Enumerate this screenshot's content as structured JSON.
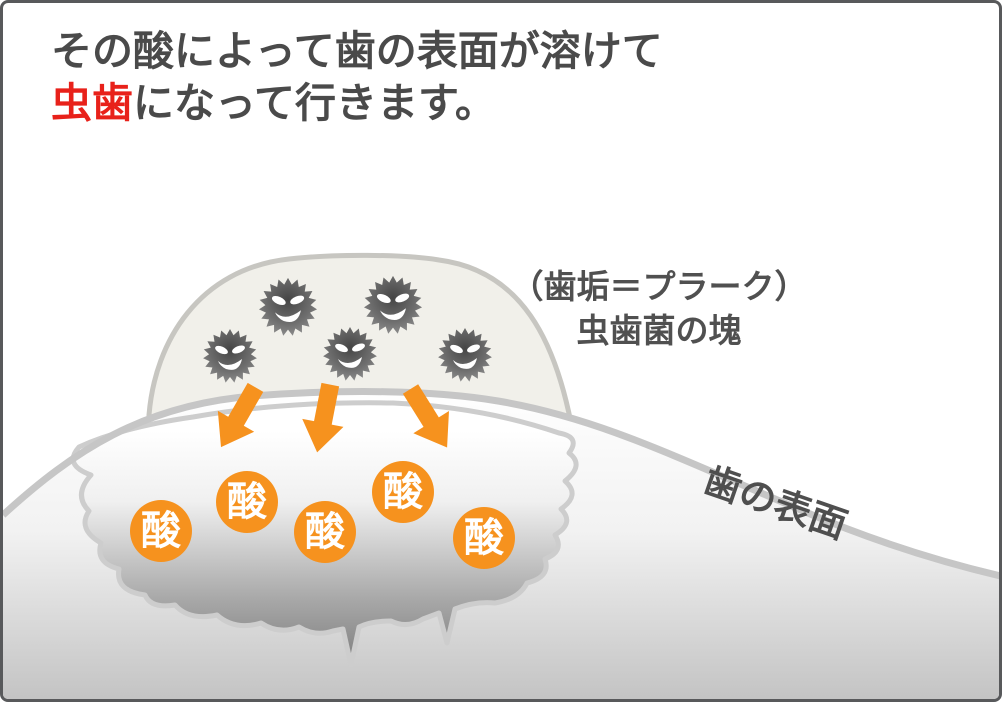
{
  "title": {
    "line1": "その酸によって歯の表面が溶けて",
    "line2_highlight": "虫歯",
    "line2_rest": "になって行きます。"
  },
  "plaque_label": {
    "line1": "（歯垢＝プラーク）",
    "line2": "虫歯菌の塊"
  },
  "surface_label": "歯の表面",
  "acid": {
    "items": [
      "酸",
      "酸",
      "酸",
      "酸",
      "酸"
    ]
  },
  "icons": {
    "germ": "germ-face-icon",
    "arrow": "acid-flow-arrow-icon"
  },
  "colors": {
    "accent_orange": "#f6921e",
    "highlight_red": "#e8211a",
    "title_gray": "#4a4a4a",
    "label_gray": "#505050",
    "tooth_outline_gray": "#c6c6c6"
  }
}
